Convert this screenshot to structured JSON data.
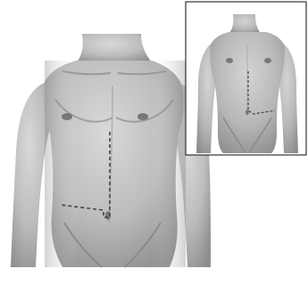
{
  "figure": {
    "main_view": "torso-front-large",
    "inset_view": "torso-front-small",
    "incision_style": "dashed",
    "colors": {
      "background": "#ffffff",
      "skin_light": "#d6d6d6",
      "skin_mid": "#b3b3b3",
      "skin_dark": "#7c7c7c",
      "incision": "#444444",
      "inset_border": "#333333"
    }
  }
}
